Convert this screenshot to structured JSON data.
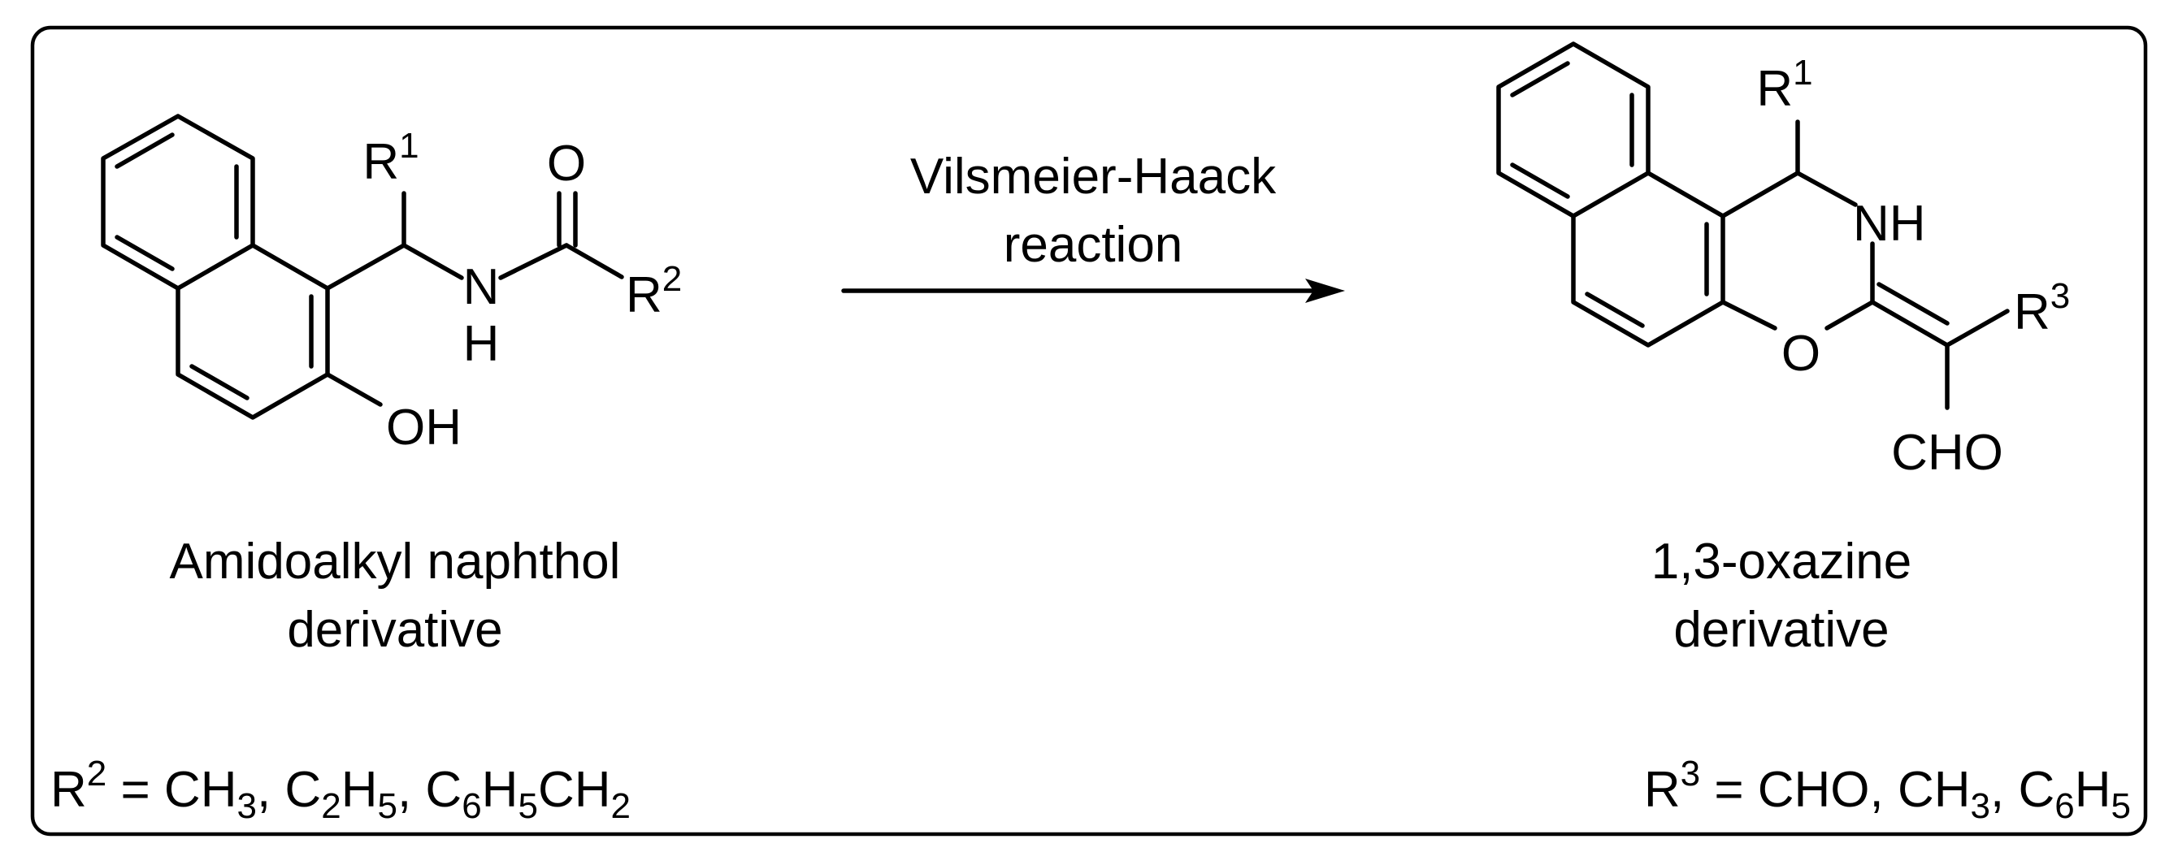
{
  "reactant": {
    "atoms": {
      "r1": "R",
      "r1_sup": "1",
      "o_carbonyl": "O",
      "n": "N",
      "h": "H",
      "r2": "R",
      "r2_sup": "2",
      "oh": "OH"
    },
    "caption": {
      "line1": "Amidoalkyl naphthol",
      "line2": "derivative"
    },
    "substituents": {
      "r": "R",
      "r_sup": "2",
      "rest": " = CH",
      "a_sub": "3",
      "b": ", C",
      "b_sub": "2",
      "c": "H",
      "c_sub": "5",
      "d": ", C",
      "d_sub": "6",
      "e": "H",
      "e_sub": "5",
      "f": "CH",
      "f_sub": "2"
    }
  },
  "reaction": {
    "line1": "Vilsmeier-Haack",
    "line2": "reaction"
  },
  "product": {
    "atoms": {
      "r1": "R",
      "r1_sup": "1",
      "nh": "NH",
      "r3": "R",
      "r3_sup": "3",
      "o_ring": "O",
      "cho": "CHO"
    },
    "caption": {
      "line1": "1,3-oxazine",
      "line2": "derivative"
    },
    "substituents": {
      "r": "R",
      "r_sup": "3",
      "rest": " = CHO, CH",
      "a_sub": "3",
      "b": ", C",
      "b_sub": "6",
      "c": "H",
      "c_sub": "5"
    }
  }
}
